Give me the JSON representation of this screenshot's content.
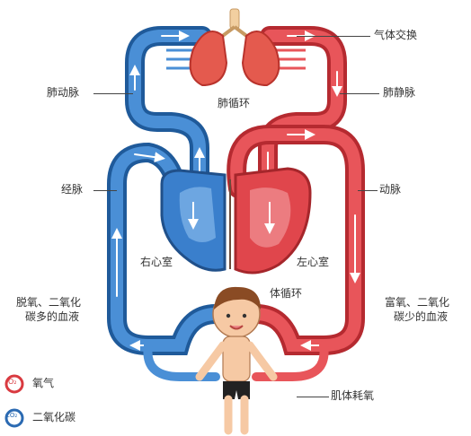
{
  "labels": {
    "gas_exchange": "气体交换",
    "pulmonary_artery": "肺动脉",
    "pulmonary_vein": "肺静脉",
    "pulmonary_circulation": "肺循环",
    "vein": "经脉",
    "artery": "动脉",
    "right_ventricle": "右心室",
    "left_ventricle": "左心室",
    "systemic_circulation": "体循环",
    "deoxygenated_blood_line1": "脱氧、二氧化",
    "deoxygenated_blood_line2": "碳多的血液",
    "oxygenated_blood_line1": "富氧、二氧化",
    "oxygenated_blood_line2": "碳少的血液",
    "tissue_consumption": "肌体耗氧"
  },
  "legend": {
    "oxygen_symbol": "O₂",
    "oxygen_label": "氧气",
    "co2_symbol": "CO₂",
    "co2_label": "二氧化碳"
  },
  "colors": {
    "oxygenated": "#e0464c",
    "deoxygenated": "#2f6fb5",
    "lung": "#e45a4e",
    "skin": "#f6c9a4"
  }
}
